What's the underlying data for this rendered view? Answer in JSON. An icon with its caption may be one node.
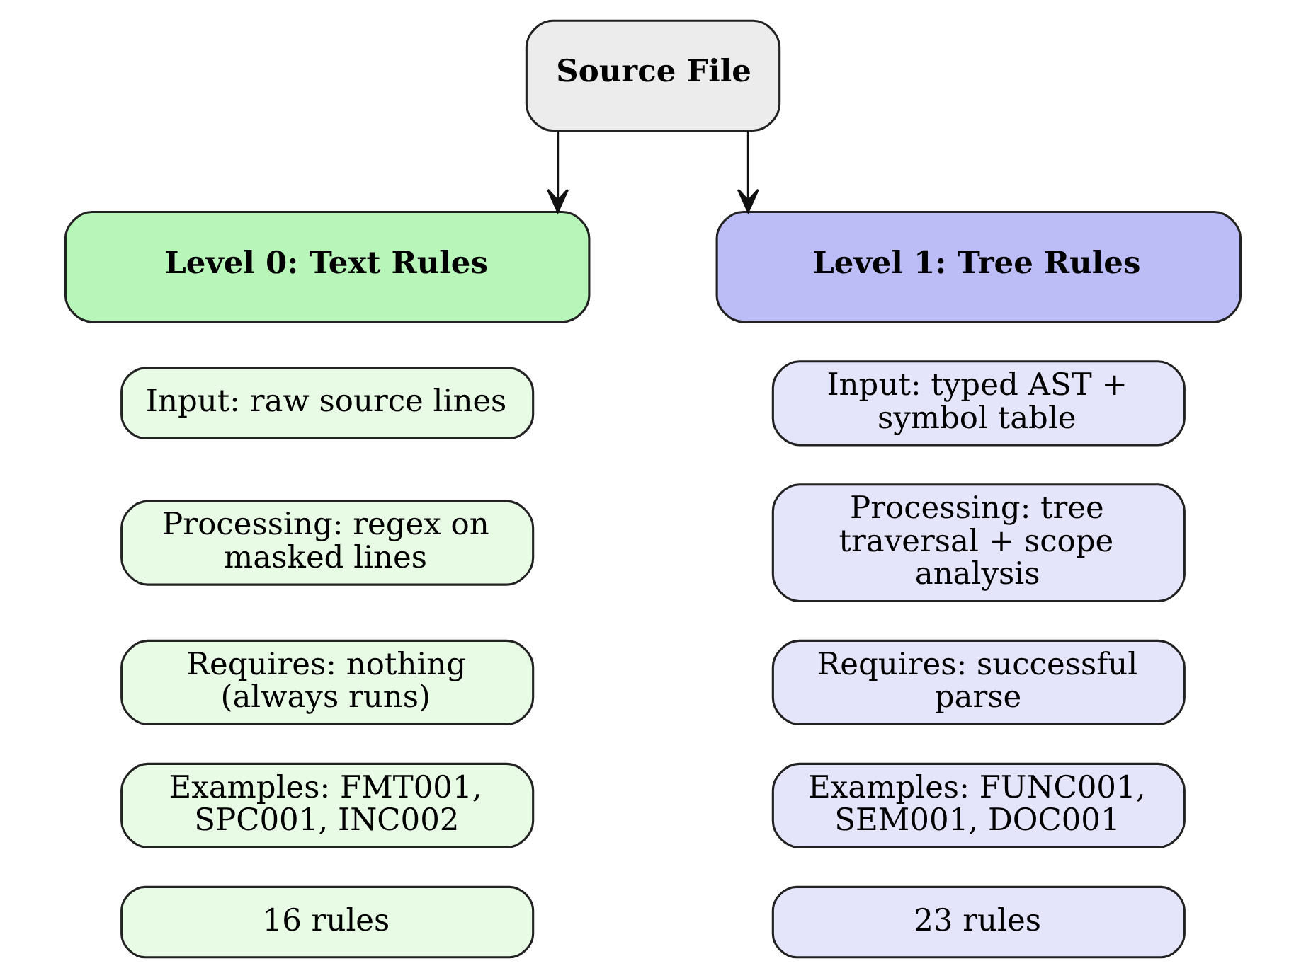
{
  "diagram": {
    "nodes": [
      {
        "text": [
          "Source File"
        ]
      },
      {
        "text": [
          "Level 0: Text Rules"
        ]
      },
      {
        "text": [
          "Level 1: Tree Rules"
        ]
      },
      {
        "text": [
          "Input: raw source lines"
        ]
      },
      {
        "text": [
          "Processing: regex on masked lines"
        ]
      },
      {
        "text": [
          "Requires: nothing (always runs)"
        ]
      },
      {
        "text": [
          "Examples: FMT001, SPC001, INC002"
        ]
      },
      {
        "text": [
          "16 rules"
        ]
      },
      {
        "text": [
          "Input: typed AST + symbol table"
        ]
      },
      {
        "text": [
          "Processing: tree traversal + scope analysis"
        ]
      },
      {
        "text": [
          "Requires: successful parse"
        ]
      },
      {
        "text": [
          "Examples: FUNC001, SEM001, DOC001"
        ]
      },
      {
        "text": [
          "23 rules"
        ]
      }
    ],
    "edges": [
      {
        "from": 0,
        "to": 1,
        "arrow": "to"
      },
      {
        "from": 0,
        "to": 2,
        "arrow": "to"
      }
    ]
  }
}
